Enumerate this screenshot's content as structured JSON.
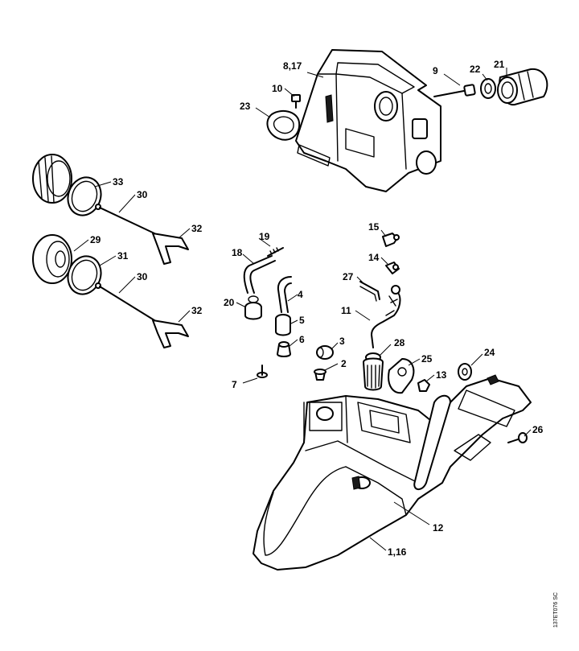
{
  "callouts": {
    "c8_17": "8,17",
    "c9": "9",
    "c22": "22",
    "c21": "21",
    "c10": "10",
    "c23": "23",
    "c33": "33",
    "c30a": "30",
    "c32a": "32",
    "c29": "29",
    "c31": "31",
    "c30b": "30",
    "c32b": "32",
    "c19": "19",
    "c18": "18",
    "c4": "4",
    "c20": "20",
    "c5": "5",
    "c6": "6",
    "c3": "3",
    "c2": "2",
    "c7": "7",
    "c15": "15",
    "c14": "14",
    "c27": "27",
    "c11": "11",
    "c28": "28",
    "c25": "25",
    "c24": "24",
    "c13": "13",
    "c26": "26",
    "c12": "12",
    "c1_16": "1,16"
  },
  "catalog_code": "137ET076 SC"
}
